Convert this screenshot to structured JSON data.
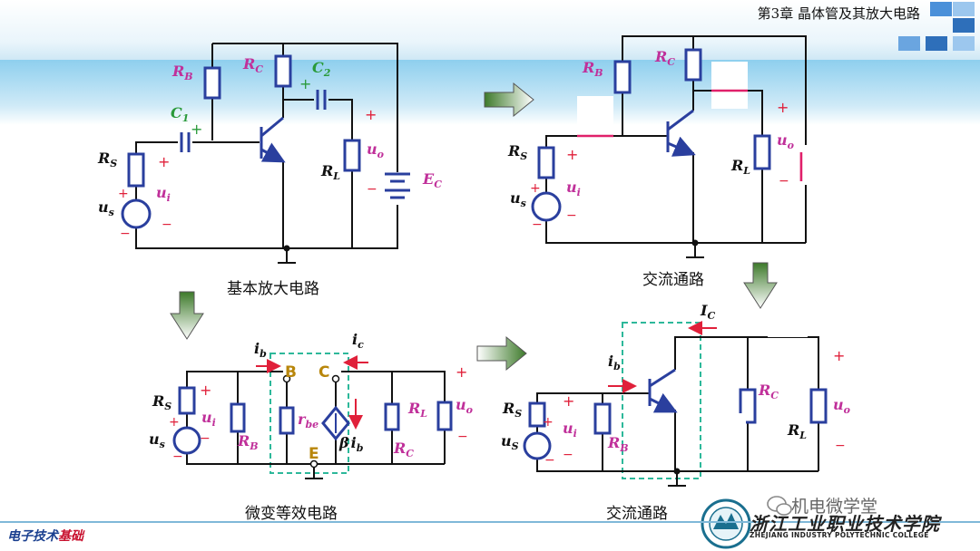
{
  "header": {
    "chapter_title": "第3章 晶体管及其放大电路",
    "squares": [
      "#4a90d9",
      "#9cc7ee",
      "#2e6fba",
      "#6aa5e0",
      "#2e6fba",
      "#9cc7ee",
      "#4a90d9"
    ]
  },
  "footer": {
    "left_part1": "电子技术",
    "left_part2": "基础",
    "college_zh": "浙江工业职业技术学院",
    "college_en": "ZHEJIANG INDUSTRY POLYTECHNIC COLLEGE",
    "wechat": "机电微学堂"
  },
  "captions": {
    "c1": "基本放大电路",
    "c2": "交流通路",
    "c3": "微变等效电路",
    "c4": "交流通路"
  },
  "colors": {
    "wire": "#111111",
    "component": "#2a3f9e",
    "label": "#c0309a",
    "plusminus": "#e0203a",
    "dashed": "#2db89a",
    "node": "#b8860b"
  },
  "labels": {
    "RB": "R",
    "RB_sub": "B",
    "RC": "R",
    "RC_sub": "C",
    "RS": "R",
    "RS_sub": "S",
    "RL": "R",
    "RL_sub": "L",
    "C1": "C",
    "C1_sub": "1",
    "C2": "C",
    "C2_sub": "2",
    "EC": "E",
    "EC_sub": "C",
    "ui": "u",
    "ui_sub": "i",
    "uo": "u",
    "uo_sub": "o",
    "us": "u",
    "us_sub": "s",
    "uS": "u",
    "uS_sub": "S",
    "ib": "i",
    "ib_sub": "b",
    "ic": "i",
    "ic_sub": "c",
    "Ic": "I",
    "Ic_sub": "C",
    "rbe": "r",
    "rbe_sub": "be",
    "beta": "β",
    "B": "B",
    "C": "C",
    "E": "E",
    "plus": "+",
    "minus": "−"
  }
}
